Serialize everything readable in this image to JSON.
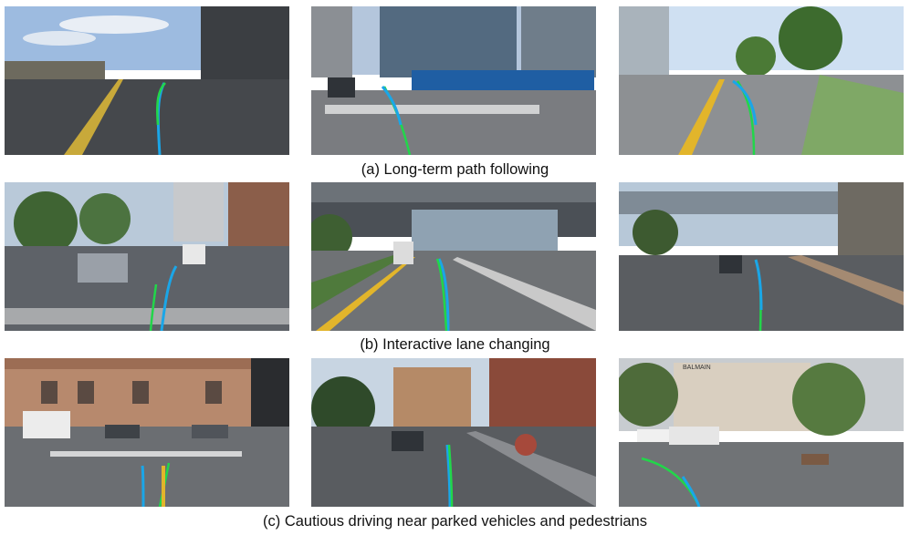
{
  "figure": {
    "rows": [
      {
        "caption": "(a) Long-term path following"
      },
      {
        "caption": "(b) Interactive lane changing"
      },
      {
        "caption": "(c) Cautious driving near parked vehicles and pedestrians"
      }
    ],
    "storefront_sign": "BALMAIN",
    "colors": {
      "path_green": "#22d64a",
      "path_blue": "#1aa6e8",
      "sky": "#c8d8ea",
      "road": "#555a60"
    }
  }
}
